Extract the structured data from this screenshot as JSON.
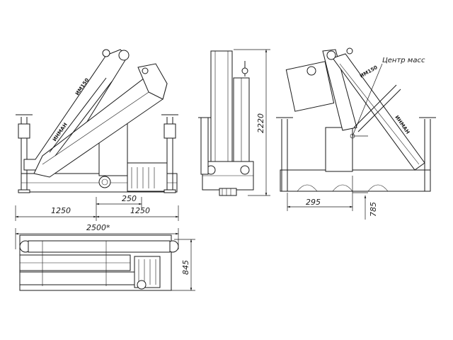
{
  "dimensions": {
    "d1250_left": "1250",
    "d250": "250",
    "d1250_right": "1250",
    "d2500": "2500*",
    "d845": "845",
    "d2220": "2220",
    "d295": "295",
    "d785": "785"
  },
  "annotations": {
    "center_of_mass": "Центр масс"
  },
  "brand": {
    "boom_label_a": "ИНМАН",
    "boom_label_b": "ИМ150"
  }
}
